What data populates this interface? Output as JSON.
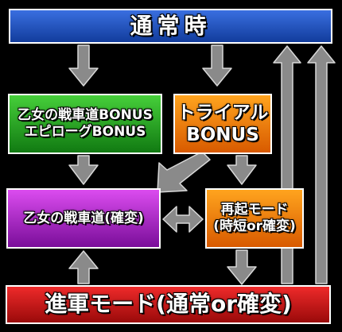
{
  "boxes": {
    "normal": {
      "label": "通常時",
      "color": "#1e4fc0"
    },
    "bonus": {
      "line1": "乙女の戦車道BONUS",
      "line2": "エピローグBONUS",
      "color": "#2aa824"
    },
    "trial": {
      "line1": "トライアル",
      "line2": "BONUS",
      "color": "#f07a0a"
    },
    "tank": {
      "label": "乙女の戦車道(確変)",
      "color": "#b22ad0"
    },
    "revival": {
      "line1": "再起モード",
      "line2": "(時短or確変)",
      "color": "#f07a0a"
    },
    "advance": {
      "label": "進軍モード(通常or確変)",
      "color": "#d01818"
    }
  },
  "arrow_color": "#8a8a8a"
}
